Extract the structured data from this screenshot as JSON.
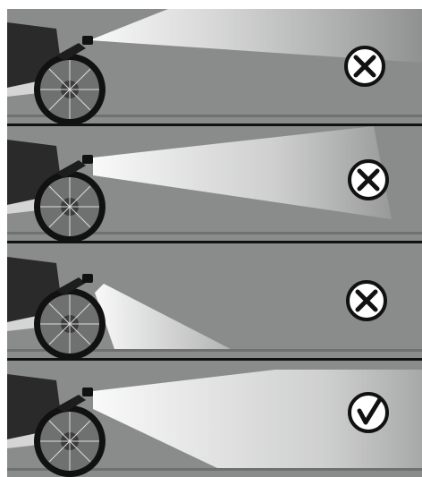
{
  "title": "",
  "panels": [
    {
      "id": "panel-1",
      "beam": "too-high",
      "status": "incorrect",
      "icon": "x-circle-icon"
    },
    {
      "id": "panel-2",
      "beam": "too-wide-high",
      "status": "incorrect",
      "icon": "x-circle-icon"
    },
    {
      "id": "panel-3",
      "beam": "too-low",
      "status": "incorrect",
      "icon": "x-circle-icon"
    },
    {
      "id": "panel-4",
      "beam": "correct",
      "status": "correct",
      "icon": "check-circle-icon"
    }
  ],
  "colors": {
    "background_gray": "#8a8b8b",
    "road_line": "#6f7070",
    "beam": "#f3f3f3",
    "divider": "#111111",
    "icon_stroke": "#111111",
    "icon_fill": "#ffffff"
  }
}
